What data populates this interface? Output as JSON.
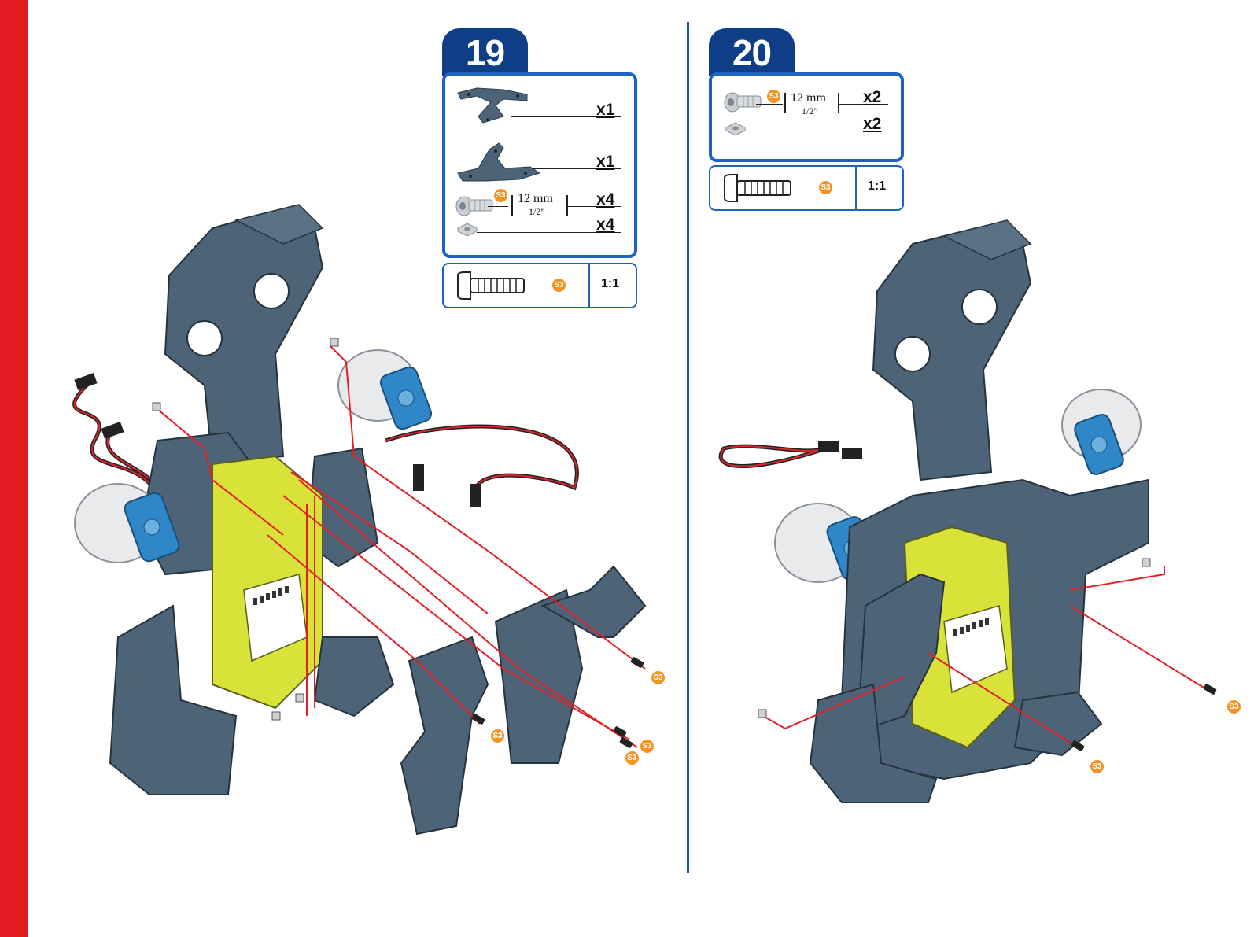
{
  "colors": {
    "side_bar": "#e31b23",
    "step_tab": "#0f3e86",
    "box_border": "#1c63c4",
    "badge": "#f39325",
    "frame_parts": "#4d6478",
    "controller": "#d8e239",
    "servo": "#2f86c8",
    "leader_lines": "#e21f26"
  },
  "steps": [
    {
      "number": "19",
      "parts": [
        {
          "icon": "bracket-icon",
          "qty": "x1"
        },
        {
          "icon": "bracket-icon",
          "qty": "x1"
        },
        {
          "icon": "screw-icon",
          "badge": "S3",
          "length_mm": "12 mm",
          "length_in": "1/2”",
          "qty": "x4"
        },
        {
          "icon": "nut-icon",
          "qty": "x4"
        }
      ],
      "scale": {
        "badge": "S3",
        "ratio": "1:1"
      },
      "callouts": [
        "S3",
        "S3",
        "S3",
        "S3"
      ]
    },
    {
      "number": "20",
      "parts": [
        {
          "icon": "screw-icon",
          "badge": "S3",
          "length_mm": "12 mm",
          "length_in": "1/2”",
          "qty": "x2"
        },
        {
          "icon": "nut-icon",
          "qty": "x2"
        }
      ],
      "scale": {
        "badge": "S3",
        "ratio": "1:1"
      },
      "callouts": [
        "S3",
        "S3"
      ]
    }
  ]
}
